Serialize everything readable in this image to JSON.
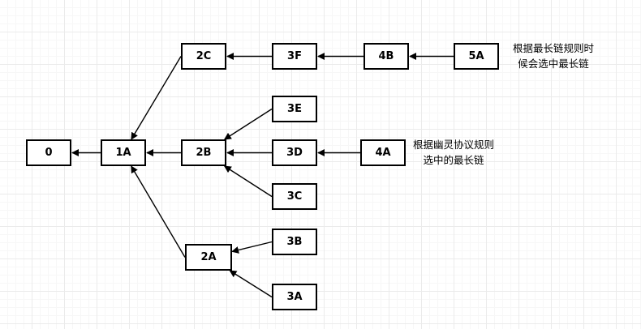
{
  "diagram": {
    "nodes": {
      "n0": "0",
      "n1A": "1A",
      "n2C": "2C",
      "n3F": "3F",
      "n4B": "4B",
      "n5A": "5A",
      "n2B": "2B",
      "n3E": "3E",
      "n3D": "3D",
      "n4A": "4A",
      "n3C": "3C",
      "n2A": "2A",
      "n3B": "3B",
      "n3A": "3A"
    },
    "edges": [
      {
        "from": "1A",
        "to": "0"
      },
      {
        "from": "2C",
        "to": "1A"
      },
      {
        "from": "2B",
        "to": "1A"
      },
      {
        "from": "2A",
        "to": "1A"
      },
      {
        "from": "3F",
        "to": "2C"
      },
      {
        "from": "4B",
        "to": "3F"
      },
      {
        "from": "5A",
        "to": "4B"
      },
      {
        "from": "3E",
        "to": "2B"
      },
      {
        "from": "3D",
        "to": "2B"
      },
      {
        "from": "3C",
        "to": "2B"
      },
      {
        "from": "4A",
        "to": "3D"
      },
      {
        "from": "3B",
        "to": "2A"
      },
      {
        "from": "3A",
        "to": "2A"
      }
    ],
    "notes": {
      "longest_chain": [
        "根据最长链规则时",
        "候会选中最长链"
      ],
      "ghost_protocol": [
        "根据幽灵协议规则",
        "选中的最长链"
      ]
    },
    "colors": {
      "stroke": "#000000",
      "node_fill": "#ffffff",
      "grid": "#ebebeb"
    }
  }
}
